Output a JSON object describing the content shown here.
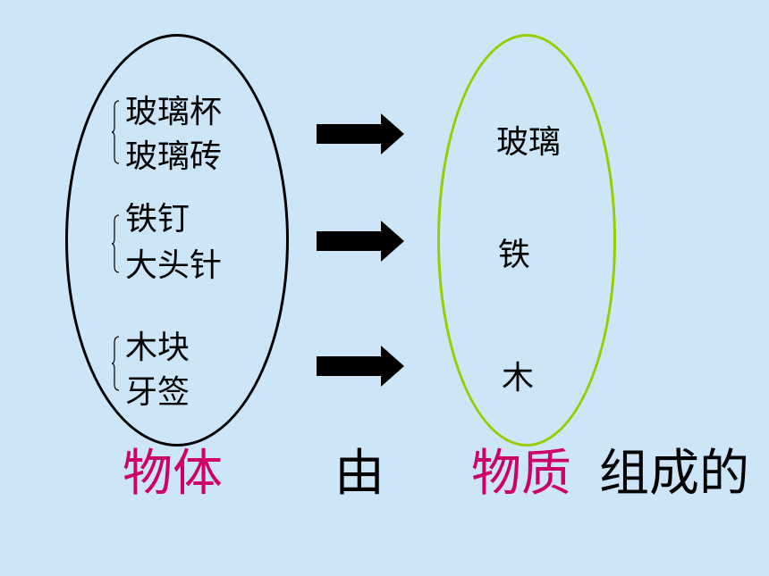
{
  "colors": {
    "background": "#cce6f8",
    "left_ellipse": "#000000",
    "right_ellipse": "#99cc00",
    "highlight": "#cc0066",
    "text": "#000000"
  },
  "groups": [
    {
      "items": [
        "玻璃杯",
        "玻璃砖"
      ],
      "material": "玻璃"
    },
    {
      "items": [
        "铁钉",
        "大头针"
      ],
      "material": "铁"
    },
    {
      "items": [
        "木块",
        "牙签"
      ],
      "material": "木"
    }
  ],
  "bottom": {
    "object": "物体",
    "by": "由",
    "substance": "物质",
    "composed": "组成的"
  }
}
